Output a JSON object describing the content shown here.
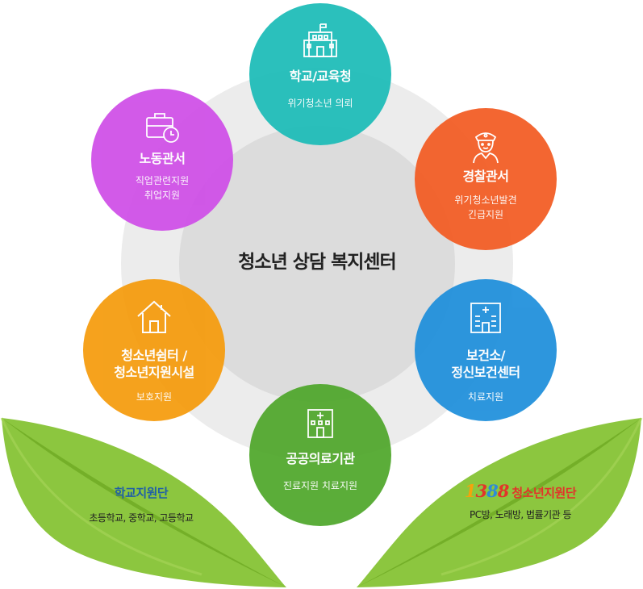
{
  "center": {
    "title": "청소년 상담 복지센터"
  },
  "nodes": [
    {
      "id": "school",
      "title": "학교/교육청",
      "lines": [
        "위기청소년 의뢰"
      ],
      "color": "#1cbcb8",
      "icon": "school-building-icon"
    },
    {
      "id": "police",
      "title": "경찰관서",
      "lines": [
        "위기청소년발견",
        "긴급지원"
      ],
      "color": "#f35b22",
      "icon": "police-officer-icon"
    },
    {
      "id": "health",
      "title_lines": [
        "보건소/",
        "정신보건센터"
      ],
      "lines": [
        "치료지원"
      ],
      "color": "#1e8fdb",
      "icon": "hospital-building-icon"
    },
    {
      "id": "hospital",
      "title": "공공의료기관",
      "lines": [
        "진료지원 치료지원"
      ],
      "color": "#4fa72b",
      "icon": "clinic-building-icon"
    },
    {
      "id": "shelter",
      "title_lines": [
        "청소년쉼터 /",
        "청소년지원시설"
      ],
      "lines": [
        "보호지원"
      ],
      "color": "#f59b0c",
      "icon": "house-icon"
    },
    {
      "id": "labor",
      "title": "노동관서",
      "lines": [
        "직업관련지원",
        "취업지원"
      ],
      "color": "#cf4ee7",
      "icon": "briefcase-clock-icon"
    }
  ],
  "leaves": {
    "left": {
      "title": "학교지원단",
      "sub": "초등학교, 중학교, 고등학교"
    },
    "right": {
      "hotline_digits": [
        "1",
        "3",
        "8",
        "8"
      ],
      "title": "청소년지원단",
      "sub": "PC방, 노래방, 법률기관 등"
    }
  }
}
